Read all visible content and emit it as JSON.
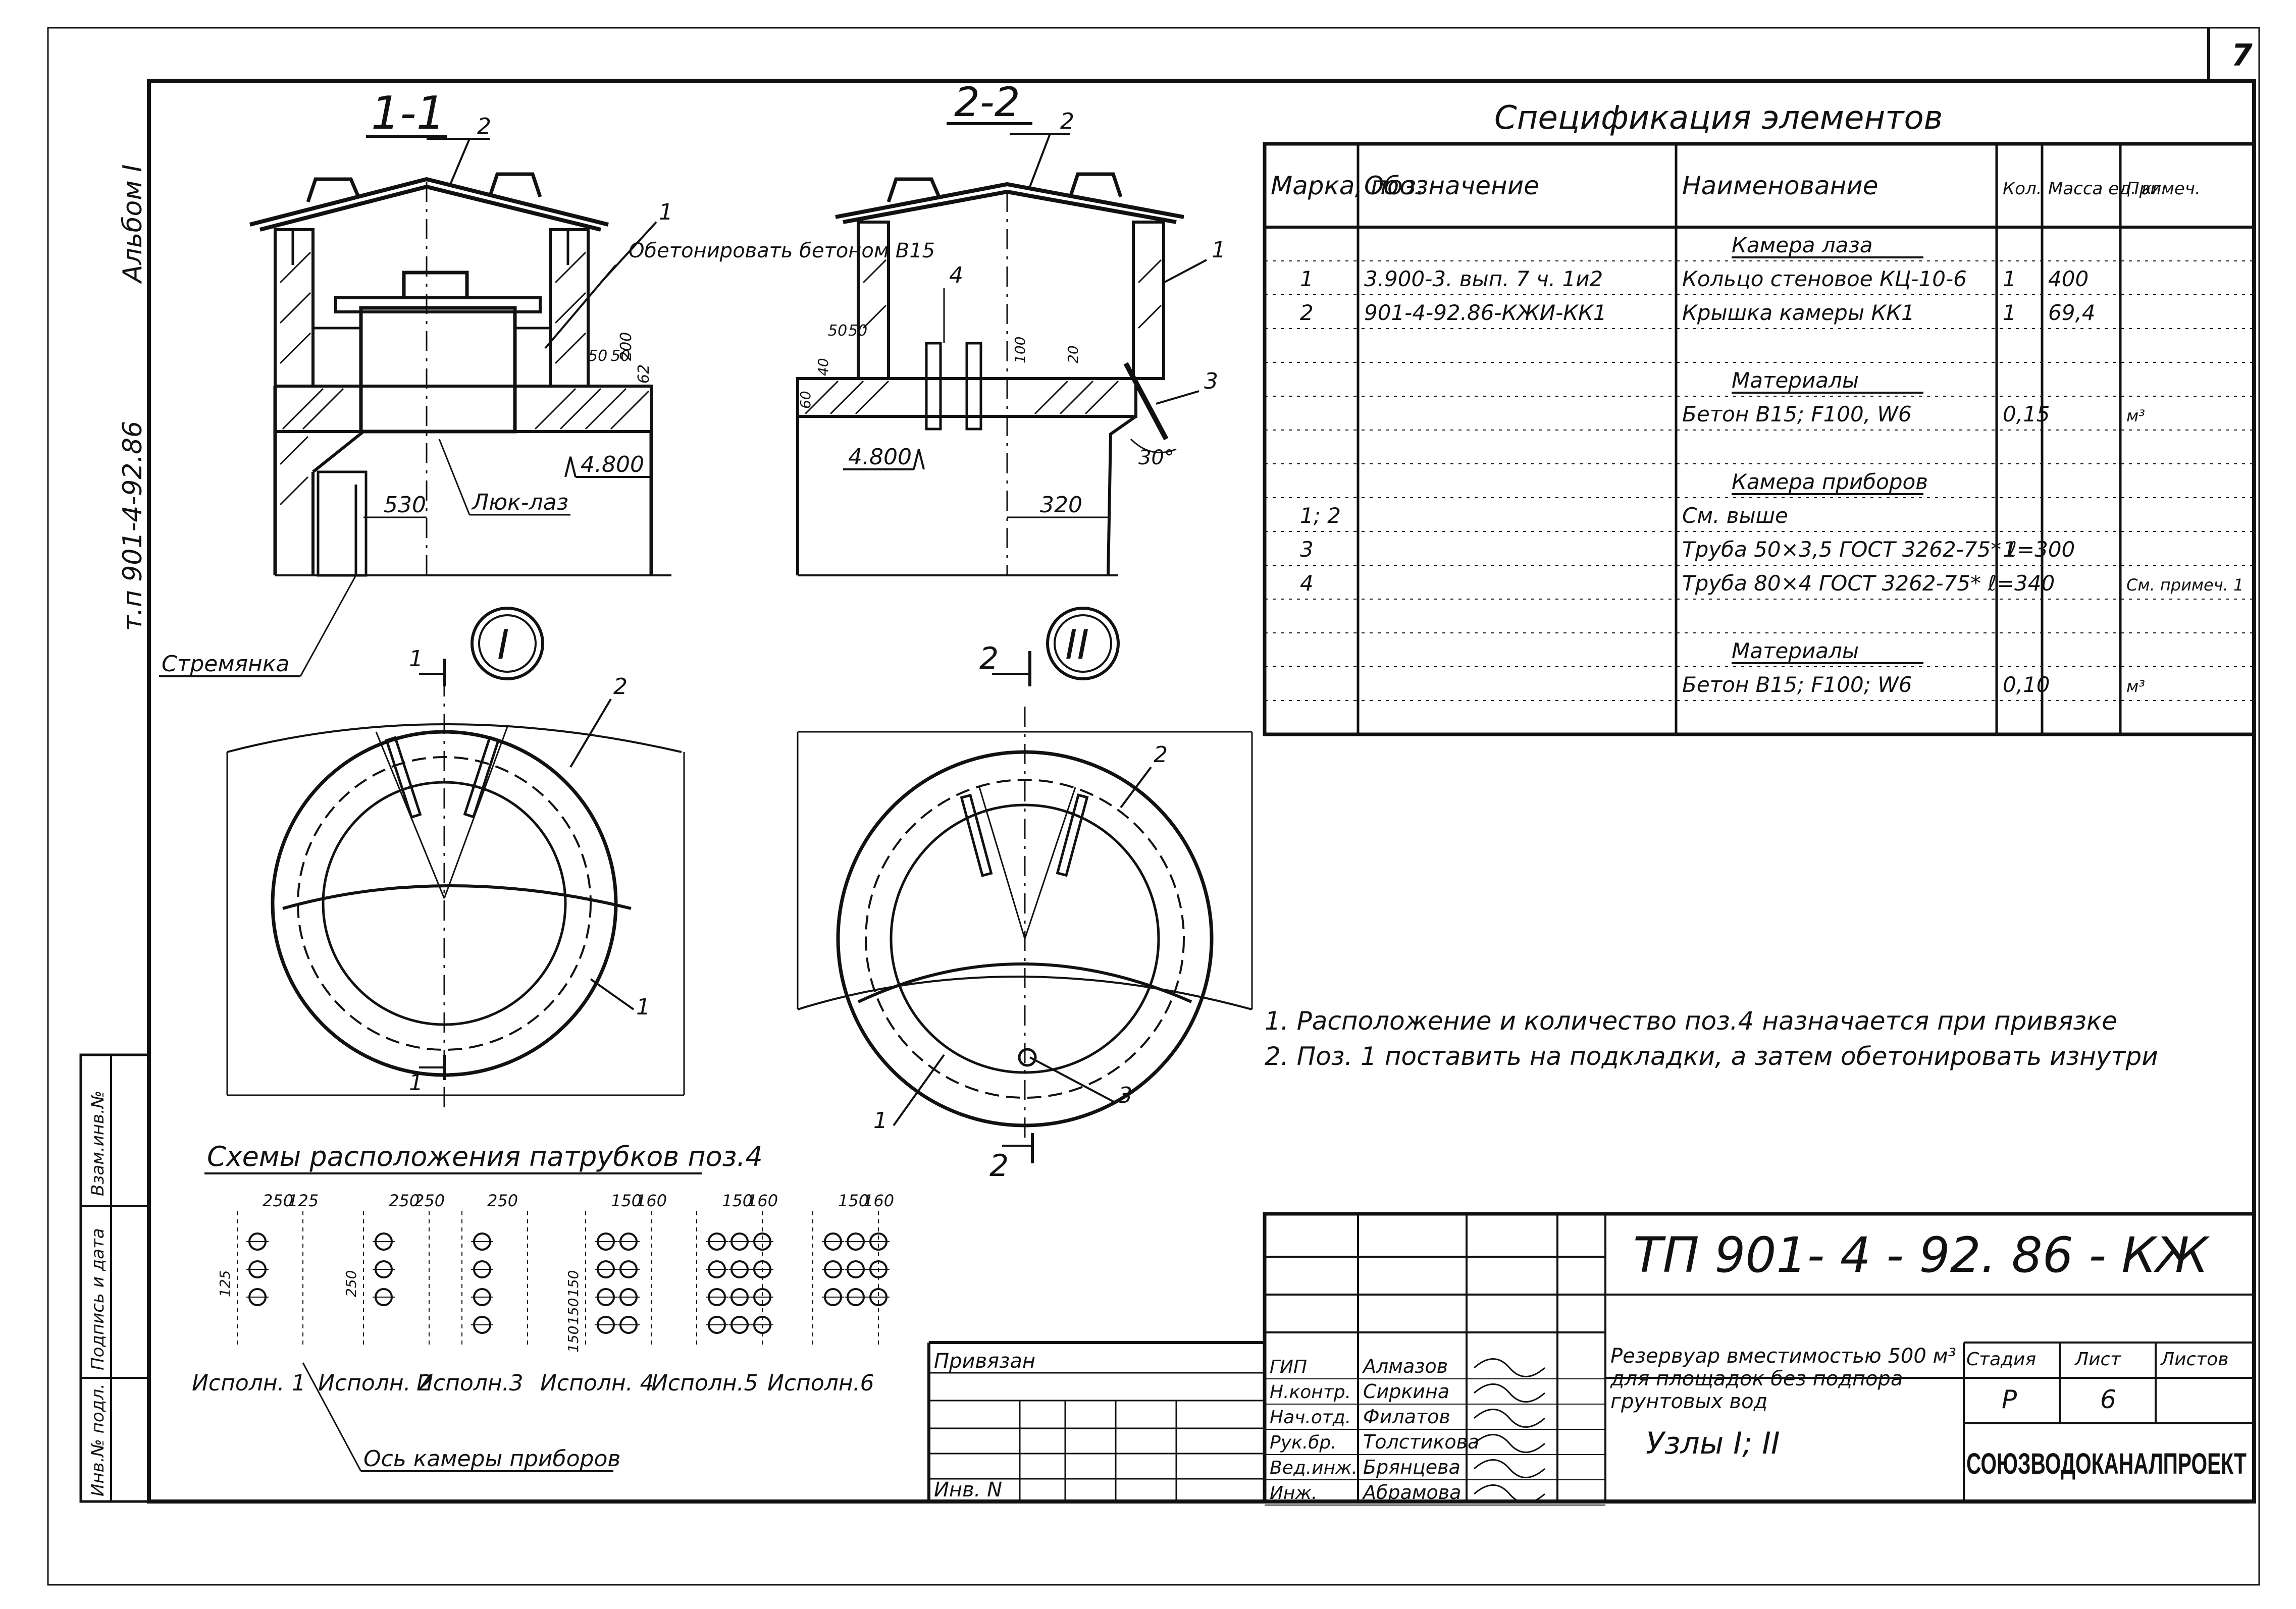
{
  "sheet_number": "7",
  "side_labels": {
    "album": "Альбом I",
    "project": "т.п 901-4-92.86"
  },
  "left_strip": [
    "Инв.№ подл.",
    "Подпись и дата",
    "Взам.инв.№"
  ],
  "sections": {
    "s1": {
      "title": "1-1",
      "callouts": [
        "2",
        "1"
      ],
      "note": "Обетонировать бетоном В15",
      "dims": [
        "50",
        "50",
        "200",
        "62"
      ],
      "level": "4.800",
      "dim_530": "530",
      "hatch_label": "Люк-лаз"
    },
    "s2": {
      "title": "2-2",
      "callouts": [
        "2",
        "1",
        "4",
        "3"
      ],
      "dims": [
        "50",
        "50",
        "60",
        "40",
        "100",
        "20"
      ],
      "level": "4.800",
      "dim_320": "320",
      "angle": "30°"
    },
    "ladder_label": "Стремянка",
    "plans": {
      "p1": {
        "mark": "I",
        "callouts": [
          "2",
          "1"
        ],
        "cut": "1"
      },
      "p2": {
        "mark": "II",
        "callouts": [
          "2",
          "1",
          "3"
        ],
        "cut": "2"
      }
    }
  },
  "spec": {
    "title": "Спецификация элементов",
    "headers": [
      "Марка, поз.",
      "Обозначение",
      "Наименование",
      "Кол.",
      "Масса ед. кг",
      "Примеч."
    ],
    "rows": [
      {
        "mark": "",
        "designation": "",
        "name": "Камера лаза",
        "qty": "",
        "mass": "",
        "note": "",
        "group": true
      },
      {
        "mark": "1",
        "designation": "3.900-3. вып. 7 ч. 1и2",
        "name": "Кольцо стеновое КЦ-10-6",
        "qty": "1",
        "mass": "400",
        "note": ""
      },
      {
        "mark": "2",
        "designation": "901-4-92.86-КЖИ-КК1",
        "name": "Крышка камеры КК1",
        "qty": "1",
        "mass": "69,4",
        "note": ""
      },
      {
        "mark": "",
        "designation": "",
        "name": "",
        "qty": "",
        "mass": "",
        "note": ""
      },
      {
        "mark": "",
        "designation": "",
        "name": "Материалы",
        "qty": "",
        "mass": "",
        "note": "",
        "group": true
      },
      {
        "mark": "",
        "designation": "",
        "name": "Бетон В15; F100, W6",
        "qty": "0,15",
        "mass": "",
        "note": "м³"
      },
      {
        "mark": "",
        "designation": "",
        "name": "",
        "qty": "",
        "mass": "",
        "note": ""
      },
      {
        "mark": "",
        "designation": "",
        "name": "Камера приборов",
        "qty": "",
        "mass": "",
        "note": "",
        "group": true
      },
      {
        "mark": "1; 2",
        "designation": "",
        "name": "См. выше",
        "qty": "",
        "mass": "",
        "note": ""
      },
      {
        "mark": "3",
        "designation": "",
        "name": "Труба 50×3,5 ГОСТ 3262-75* ℓ=300",
        "qty": "1",
        "mass": "",
        "note": ""
      },
      {
        "mark": "4",
        "designation": "",
        "name": "Труба 80×4 ГОСТ 3262-75* ℓ=340",
        "qty": "",
        "mass": "",
        "note": "См. примеч. 1"
      },
      {
        "mark": "",
        "designation": "",
        "name": "",
        "qty": "",
        "mass": "",
        "note": ""
      },
      {
        "mark": "",
        "designation": "",
        "name": "Материалы",
        "qty": "",
        "mass": "",
        "note": "",
        "group": true
      },
      {
        "mark": "",
        "designation": "",
        "name": "Бетон В15; F100; W6",
        "qty": "0,10",
        "mass": "",
        "note": "м³"
      },
      {
        "mark": "",
        "designation": "",
        "name": "",
        "qty": "",
        "mass": "",
        "note": ""
      }
    ]
  },
  "notes": [
    "1. Расположение и количество поз.4 назначается при привязке",
    "2. Поз. 1 поставить на подкладки, а затем обетонировать изнутри"
  ],
  "scheme": {
    "title": "Схемы расположения патрубков поз.4",
    "variants": [
      {
        "label": "Исполн. 1",
        "dims": [
          "250",
          "125",
          "125"
        ]
      },
      {
        "label": "Исполн. 2",
        "dims": [
          "250",
          "250",
          "250"
        ]
      },
      {
        "label": "Исполн.3",
        "dims": [
          "250"
        ]
      },
      {
        "label": "Исполн. 4",
        "dims": [
          "150",
          "160",
          "150",
          "150",
          "150"
        ]
      },
      {
        "label": "Исполн.5",
        "dims": [
          "150",
          "160"
        ]
      },
      {
        "label": "Исполн.6",
        "dims": [
          "150",
          "160"
        ]
      }
    ],
    "axis_label": "Ось камеры приборов"
  },
  "titleblock": {
    "code": "ТП 901- 4 - 92. 86 - КЖ",
    "bound": "Привязан",
    "inv": "Инв. N",
    "roles": [
      {
        "role": "ГИП",
        "name": "Алмазов"
      },
      {
        "role": "Н.контр.",
        "name": "Сиркина"
      },
      {
        "role": "Нач.отд.",
        "name": "Филатов"
      },
      {
        "role": "Рук.бр.",
        "name": "Толстикова"
      },
      {
        "role": "Вед.инж.",
        "name": "Брянцева"
      },
      {
        "role": "Инж.",
        "name": "Абрамова"
      }
    ],
    "description": [
      "Резервуар вместимостью 500 м³",
      "для площадок без подпора",
      "грунтовых вод"
    ],
    "subtitle": "Узлы I; II",
    "stage_h": "Стадия",
    "sheet_h": "Лист",
    "sheets_h": "Листов",
    "stage": "Р",
    "sheet": "6",
    "org": "СОЮЗВОДОКАНАЛПРОЕКТ"
  }
}
